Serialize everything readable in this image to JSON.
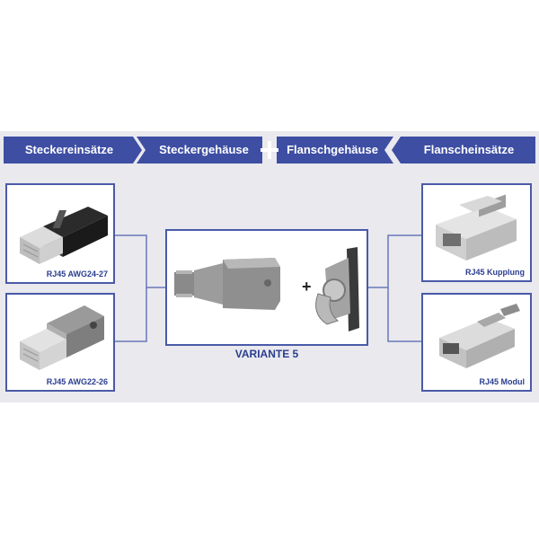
{
  "header": {
    "segments": [
      "Steckereinsätze",
      "Steckergehäuse",
      "Flanschgehäuse",
      "Flanscheinsätze"
    ],
    "plus": "+"
  },
  "left": {
    "top_caption": "RJ45 AWG24-27",
    "bottom_caption": "RJ45 AWG22-26"
  },
  "center": {
    "plus": "+",
    "caption": "VARIANTE 5"
  },
  "right": {
    "top_caption": "RJ45 Kupplung",
    "bottom_caption": "RJ45 Modul"
  },
  "colors": {
    "header": "#3d4ea3",
    "border": "#4a5aa8",
    "text": "#2a3d8f",
    "background": "#e9e9ee"
  }
}
